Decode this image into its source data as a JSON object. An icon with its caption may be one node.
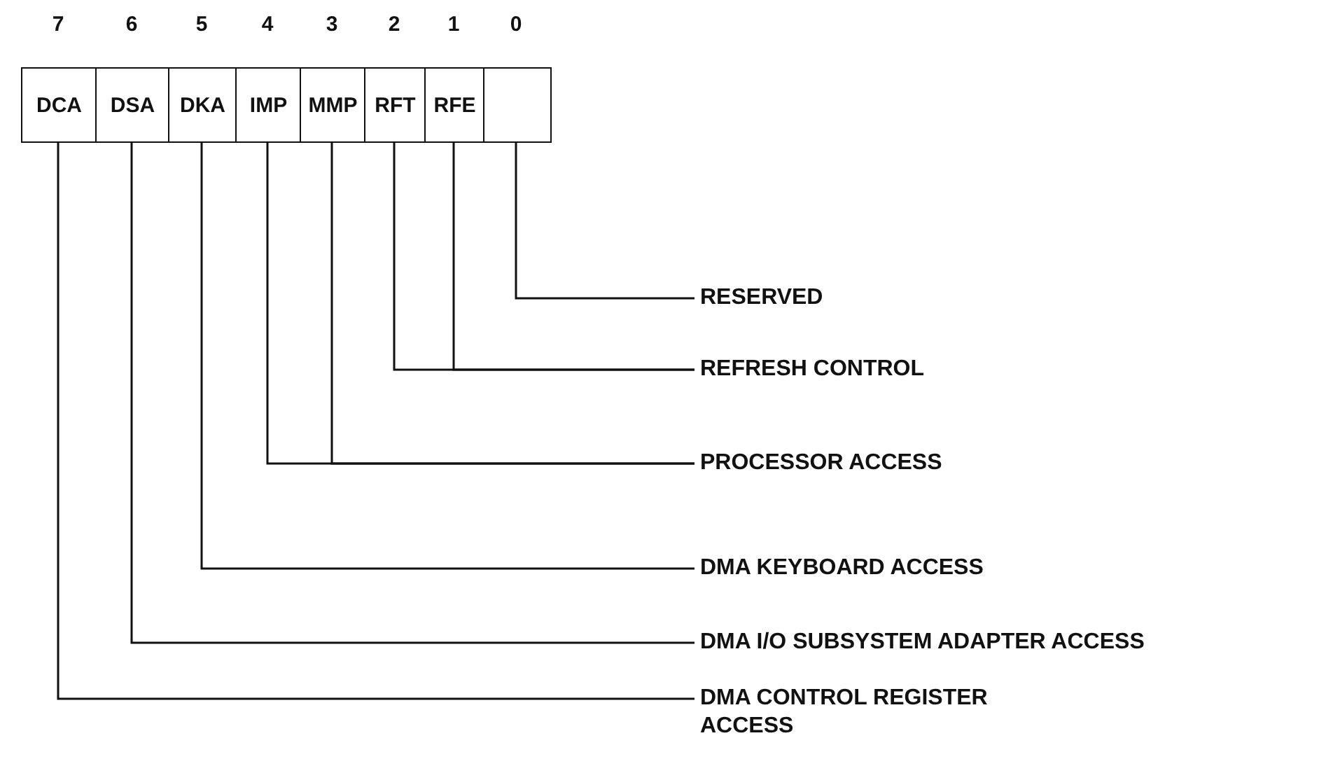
{
  "diagram": {
    "nodes": [
      {
        "text": [
          "DCA"
        ],
        "beside": [
          "7"
        ]
      },
      {
        "text": [
          "DSA"
        ],
        "beside": [
          "6"
        ]
      },
      {
        "text": [
          "DKA"
        ],
        "beside": [
          "5"
        ]
      },
      {
        "text": [
          "IMP"
        ],
        "beside": [
          "4"
        ]
      },
      {
        "text": [
          "MMP"
        ],
        "beside": [
          "3"
        ]
      },
      {
        "text": [
          "RFT"
        ],
        "beside": [
          "2"
        ]
      },
      {
        "text": [
          "RFE"
        ],
        "beside": [
          "1"
        ]
      },
      {
        "text": [],
        "shape": "box",
        "beside": [
          "0"
        ]
      },
      {
        "text": [
          "RESERVED"
        ]
      },
      {
        "text": [
          "REFRESH CONTROL"
        ]
      },
      {
        "text": [
          "PROCESSOR ACCESS"
        ]
      },
      {
        "text": [
          "DMA KEYBOARD ACCESS"
        ]
      },
      {
        "text": [
          "DMA I/O SUBSYSTEM ADAPTER ACCESS"
        ]
      },
      {
        "text": [
          "DMA CONTROL REGISTER ACCESS"
        ]
      }
    ],
    "edges": [
      {
        "from": 8,
        "to": 7,
        "arrow": "none"
      },
      {
        "from": 9,
        "to": 5,
        "arrow": "none"
      },
      {
        "from": 9,
        "to": 6,
        "arrow": "none"
      },
      {
        "from": 10,
        "to": 3,
        "arrow": "none"
      },
      {
        "from": 10,
        "to": 4,
        "arrow": "none"
      },
      {
        "from": 11,
        "to": 2,
        "arrow": "none"
      },
      {
        "from": 12,
        "to": 1,
        "arrow": "none"
      },
      {
        "from": 13,
        "to": 0,
        "arrow": "none"
      }
    ]
  }
}
